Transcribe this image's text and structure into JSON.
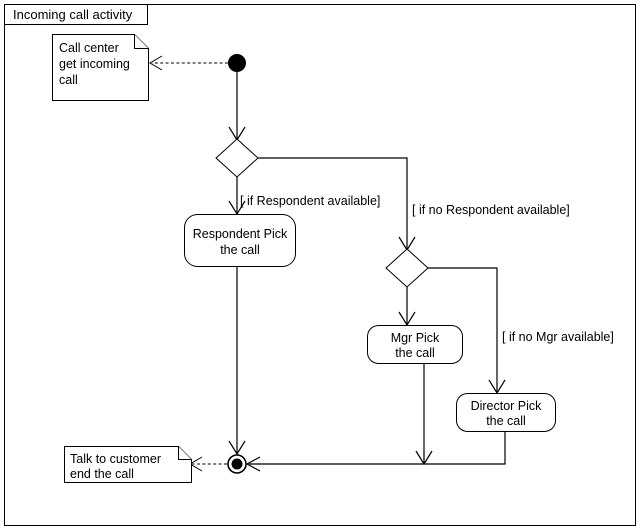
{
  "diagram": {
    "type": "uml-activity-diagram",
    "frame_title": "Incoming call activity",
    "notes": [
      {
        "id": "note-call-center",
        "lines": [
          "Call center",
          "get incoming",
          "call"
        ]
      },
      {
        "id": "note-talk-customer",
        "lines": [
          "Talk to customer",
          "end the call"
        ]
      }
    ],
    "nodes": {
      "initial": {
        "name": "initial-node"
      },
      "final": {
        "name": "final-node"
      },
      "decision_1": {
        "name": "decision-respondent"
      },
      "decision_2": {
        "name": "decision-mgr"
      }
    },
    "activities": [
      {
        "id": "activity-respondent",
        "lines": [
          "Respondent Pick",
          "the call"
        ]
      },
      {
        "id": "activity-mgr",
        "lines": [
          "Mgr Pick",
          "the call"
        ]
      },
      {
        "id": "activity-director",
        "lines": [
          "Director Pick",
          "the call"
        ]
      }
    ],
    "guards": [
      {
        "id": "guard-respondent-available",
        "label": "[ if Respondent available]"
      },
      {
        "id": "guard-no-respondent-available",
        "label": "[ if no Respondent available]"
      },
      {
        "id": "guard-no-mgr-available",
        "label": "[ if no Mgr available]"
      }
    ],
    "colors": {
      "stroke": "#000000",
      "fill": "#ffffff",
      "background": "#ffffff"
    }
  }
}
